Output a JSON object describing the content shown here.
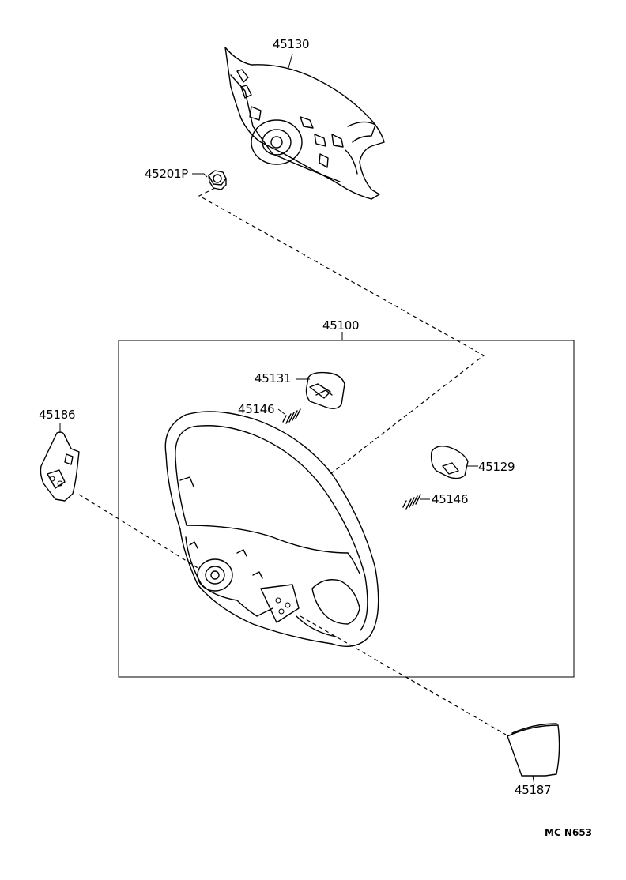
{
  "parts": {
    "horn_pad": "45130",
    "nut": "45201P",
    "wheel_assembly": "45100",
    "upper_cover": "45131",
    "spring_left": "45146",
    "spring_right": "45146",
    "side_cover": "45129",
    "lower_left_cover": "45186",
    "lower_right_cover": "45187"
  },
  "reference_code": "MC N653"
}
